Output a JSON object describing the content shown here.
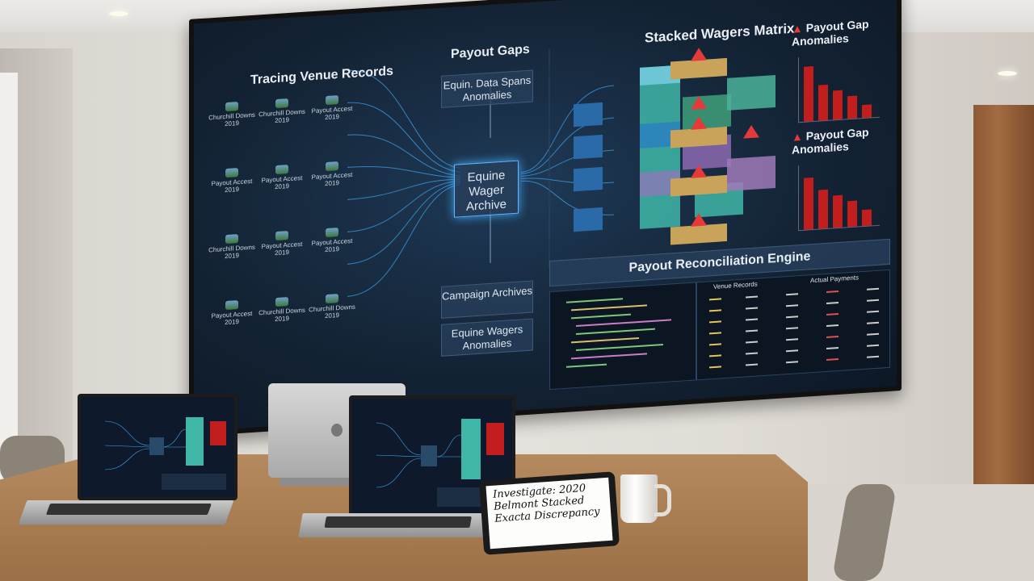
{
  "screen": {
    "left_title": "Tracing Venue Records",
    "center_title": "Payout Gaps",
    "right_title": "Stacked Wagers Matrix",
    "box_top": "Equin. Data Spans Anomalies",
    "box_center": "Equine Wager Archive",
    "box_campaign": "Campaign Archives",
    "box_anomalies": "Equine Wagers Anomalies",
    "alert_1": "Payout Gap Anomalies",
    "alert_2": "Payout Gap Anomalies",
    "engine_title": "Payout Reconciliation Engine",
    "col_venue": "Venue Records",
    "col_actual": "Actual Payments",
    "venues": [
      [
        "Churchill Downs",
        "2019"
      ],
      [
        "Churchill Downs",
        "2019"
      ],
      [
        "Payout Accest",
        "2019"
      ],
      [
        "Payout Accest",
        "2019"
      ],
      [
        "Payout Accest",
        "2019"
      ],
      [
        "Payout Accest",
        "2019"
      ],
      [
        "Churchill Downs",
        "2019"
      ],
      [
        "Payout Accest",
        "2019"
      ],
      [
        "Payout Accest",
        "2019"
      ],
      [
        "Payout Accest",
        "2019"
      ],
      [
        "Churchill Downs",
        "2019"
      ],
      [
        "Churchill Downs",
        "2019"
      ]
    ]
  },
  "tablet_note": "Investigate: 2020 Belmont Stacked Exacta Discrepancy",
  "bars_1": [
    0.85,
    0.55,
    0.45,
    0.35,
    0.2
  ],
  "bars_2": [
    0.8,
    0.6,
    0.5,
    0.4,
    0.25
  ]
}
